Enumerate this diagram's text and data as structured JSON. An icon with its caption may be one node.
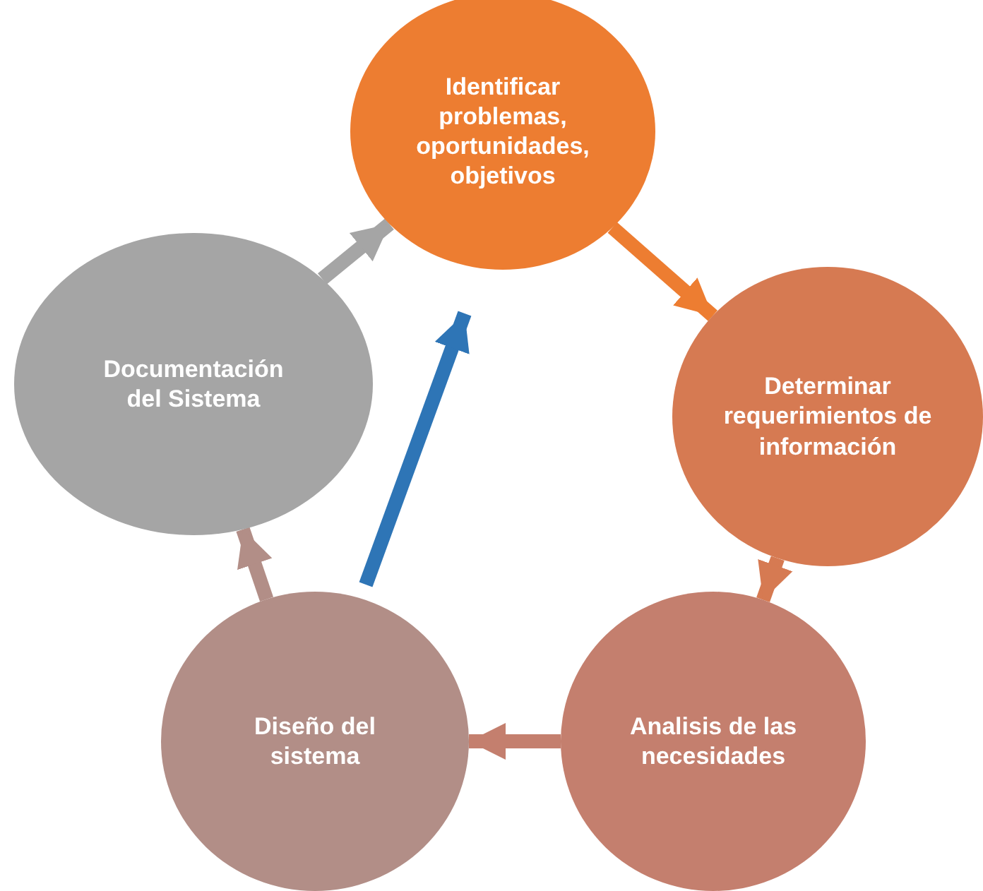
{
  "diagram": {
    "nodes": [
      {
        "text": [
          "Identificar problemas, oportunidades, objetivos"
        ]
      },
      {
        "text": [
          "Determinar requerimientos de información"
        ]
      },
      {
        "text": [
          "Analisis de las necesidades"
        ]
      },
      {
        "text": [
          "Diseño del sistema"
        ]
      },
      {
        "text": [
          "Documentación del Sistema"
        ]
      }
    ],
    "edges": [
      {
        "from": 0,
        "to": 1,
        "arrow": "to",
        "color": "#ed7d31"
      },
      {
        "from": 1,
        "to": 2,
        "arrow": "to",
        "color": "#d67a52"
      },
      {
        "from": 2,
        "to": 3,
        "arrow": "to",
        "color": "#c47f6e"
      },
      {
        "from": 3,
        "to": 4,
        "arrow": "to",
        "color": "#b28e87"
      },
      {
        "from": 4,
        "to": 0,
        "arrow": "to",
        "color": "#a5a5a5"
      },
      {
        "from": 3,
        "to": 0,
        "arrow": "to",
        "color": "#2e75b6"
      }
    ]
  }
}
